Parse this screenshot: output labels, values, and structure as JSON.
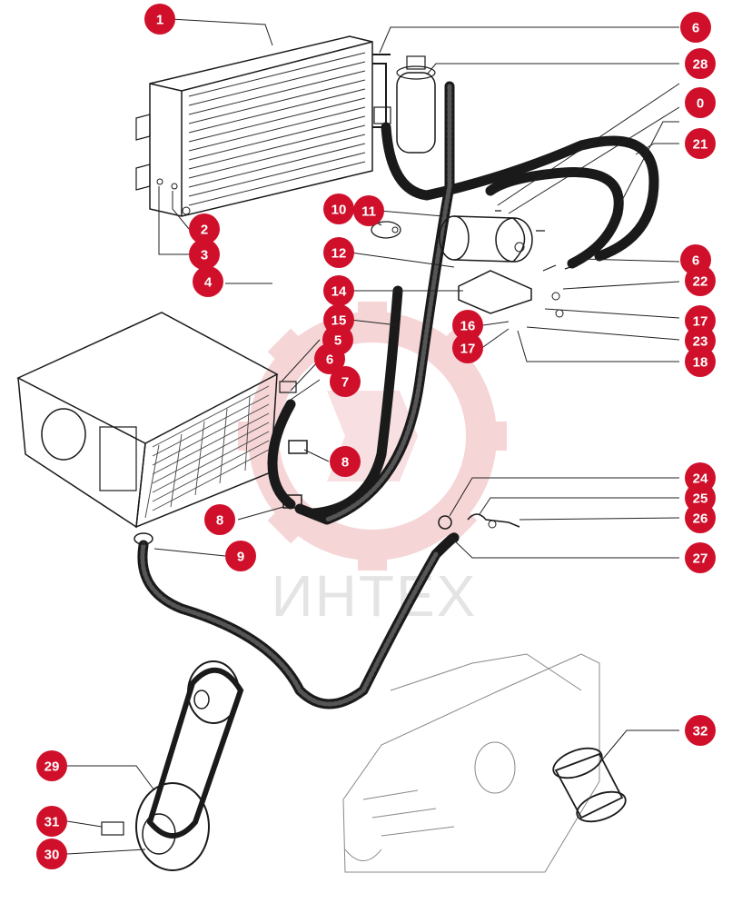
{
  "watermark": {
    "text": "ИНТЕХ",
    "color": "#d9d9d9",
    "gear_color": "#f2c7c9"
  },
  "callout_color": "#d0102b",
  "callouts": [
    {
      "label": "1"
    },
    {
      "label": "6"
    },
    {
      "label": "28"
    },
    {
      "label": "0"
    },
    {
      "label": "21"
    },
    {
      "label": "2"
    },
    {
      "label": "3"
    },
    {
      "label": "4"
    },
    {
      "label": "10"
    },
    {
      "label": "11"
    },
    {
      "label": "12"
    },
    {
      "label": "14"
    },
    {
      "label": "15"
    },
    {
      "label": "6"
    },
    {
      "label": "22"
    },
    {
      "label": "17"
    },
    {
      "label": "16"
    },
    {
      "label": "17"
    },
    {
      "label": "23"
    },
    {
      "label": "18"
    },
    {
      "label": "5"
    },
    {
      "label": "6"
    },
    {
      "label": "7"
    },
    {
      "label": "8"
    },
    {
      "label": "8"
    },
    {
      "label": "9"
    },
    {
      "label": "24"
    },
    {
      "label": "25"
    },
    {
      "label": "26"
    },
    {
      "label": "27"
    },
    {
      "label": "32"
    },
    {
      "label": "29"
    },
    {
      "label": "31"
    },
    {
      "label": "30"
    }
  ]
}
